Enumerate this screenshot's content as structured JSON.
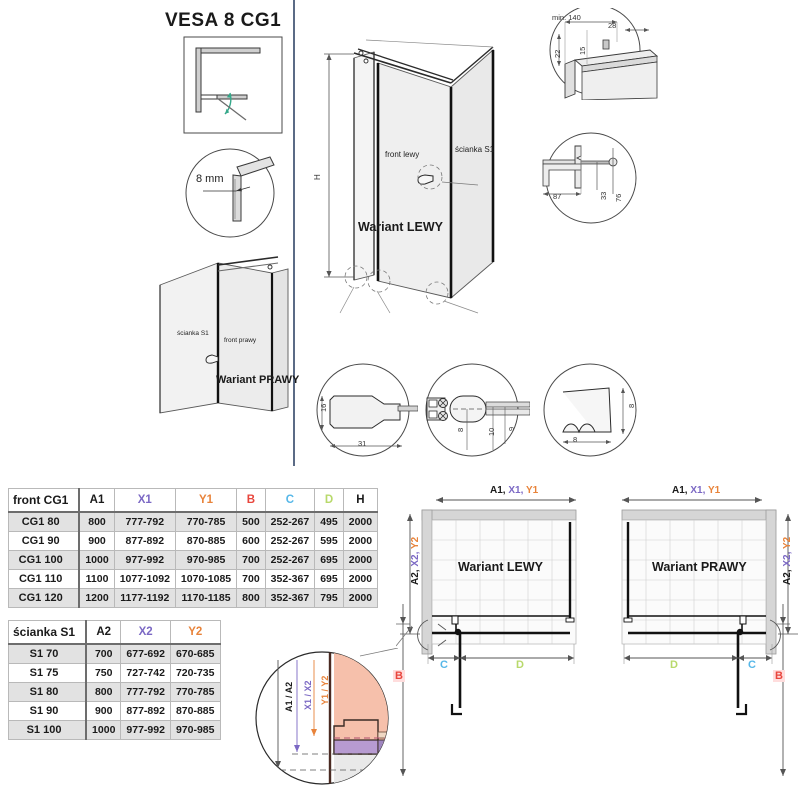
{
  "title": "VESA 8 CG1",
  "labels": {
    "glass_thickness": "8 mm",
    "front_lewy": "front lewy",
    "front_prawy": "front prawy",
    "scianka_s1": "ścianka S1",
    "wariant_lewy": "Wariant LEWY",
    "wariant_prawy": "Wariant PRAWY",
    "h_dim": "H"
  },
  "details": {
    "top_right": {
      "min_140": "min. 140",
      "d22": "22",
      "d15": "15",
      "d28": "28"
    },
    "mid_right": {
      "d87": "87",
      "d33": "33",
      "d76": "76"
    },
    "bottom_left": {
      "d16": "16",
      "d31": "31"
    },
    "bottom_mid": {
      "d8": "8",
      "d10": "10",
      "d9": "9"
    },
    "bottom_right": {
      "d8_w": "8",
      "d8_h": "8"
    },
    "section": {
      "a_label": "A1 / A2",
      "x_label": "X1 / X2",
      "y_label": "Y1 / Y2"
    }
  },
  "elevation": {
    "top_dim": {
      "a": "A1,",
      "x": "X1,",
      "y": "Y1"
    },
    "side_dim": {
      "a": "A2,",
      "x": "X2,",
      "y": "Y2"
    },
    "left_panel_title": "Wariant LEWY",
    "right_panel_title": "Wariant PRAWY",
    "c_label": "C",
    "d_label": "D",
    "b_label": "B"
  },
  "colors": {
    "A": "#1a1a1a",
    "X": "#7b68c4",
    "Y": "#e8833a",
    "B": "#e8453c",
    "C": "#56b7e8",
    "D": "#b8d96b",
    "H": "#1a1a1a",
    "divider": "#5b6b86"
  },
  "table_front": {
    "name_header": "front CG1",
    "headers": [
      "A1",
      "X1",
      "Y1",
      "B",
      "C",
      "D",
      "H"
    ],
    "rows": [
      {
        "name": "CG1 80",
        "A1": "800",
        "X1": "777-792",
        "Y1": "770-785",
        "B": "500",
        "C": "252-267",
        "D": "495",
        "H": "2000"
      },
      {
        "name": "CG1 90",
        "A1": "900",
        "X1": "877-892",
        "Y1": "870-885",
        "B": "600",
        "C": "252-267",
        "D": "595",
        "H": "2000"
      },
      {
        "name": "CG1 100",
        "A1": "1000",
        "X1": "977-992",
        "Y1": "970-985",
        "B": "700",
        "C": "252-267",
        "D": "695",
        "H": "2000"
      },
      {
        "name": "CG1 110",
        "A1": "1100",
        "X1": "1077-1092",
        "Y1": "1070-1085",
        "B": "700",
        "C": "352-367",
        "D": "695",
        "H": "2000"
      },
      {
        "name": "CG1 120",
        "A1": "1200",
        "X1": "1177-1192",
        "Y1": "1170-1185",
        "B": "800",
        "C": "352-367",
        "D": "795",
        "H": "2000"
      }
    ]
  },
  "table_wall": {
    "name_header": "ścianka S1",
    "headers": [
      "A2",
      "X2",
      "Y2"
    ],
    "rows": [
      {
        "name": "S1 70",
        "A2": "700",
        "X2": "677-692",
        "Y2": "670-685"
      },
      {
        "name": "S1 75",
        "A2": "750",
        "X2": "727-742",
        "Y2": "720-735"
      },
      {
        "name": "S1 80",
        "A2": "800",
        "X2": "777-792",
        "Y2": "770-785"
      },
      {
        "name": "S1 90",
        "A2": "900",
        "X2": "877-892",
        "Y2": "870-885"
      },
      {
        "name": "S1 100",
        "A2": "1000",
        "X2": "977-992",
        "Y2": "970-985"
      }
    ]
  }
}
